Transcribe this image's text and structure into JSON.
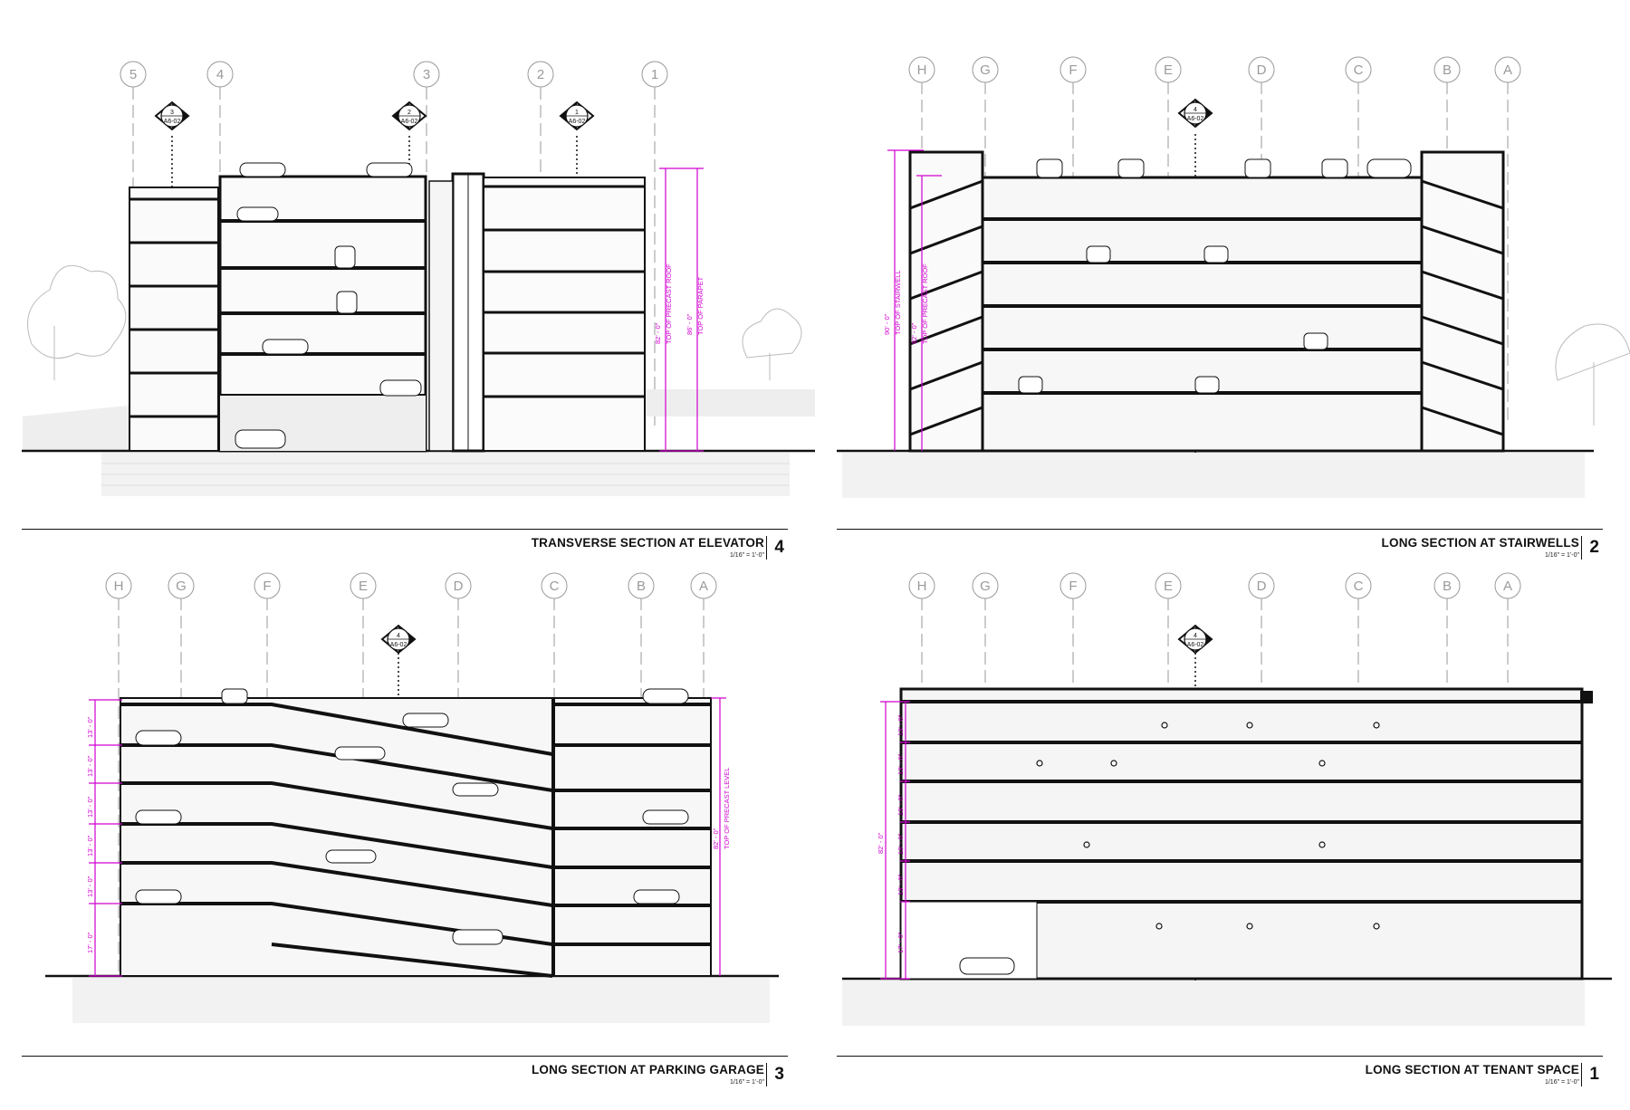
{
  "panels": [
    {
      "id": "p4",
      "title": "TRANSVERSE SECTION AT ELEVATOR",
      "scale": "1/16\" = 1'-0\"",
      "number": "4",
      "gridlines": [
        "5",
        "4",
        "3",
        "2",
        "1"
      ],
      "section_tags": [
        {
          "num": "3",
          "sheet": "A6-02"
        },
        {
          "num": "2",
          "sheet": "A6-02"
        },
        {
          "num": "1",
          "sheet": "A6-02"
        }
      ],
      "dimensions": [
        {
          "value": "82' - 0\"",
          "label": "TOP OF PRECAST ROOF"
        },
        {
          "value": "86' - 0\"",
          "label": "TOP OF PARAPET"
        }
      ]
    },
    {
      "id": "p2",
      "title": "LONG SECTION AT STAIRWELLS",
      "scale": "1/16\" = 1'-0\"",
      "number": "2",
      "gridlines": [
        "H",
        "G",
        "F",
        "E",
        "D",
        "C",
        "B",
        "A"
      ],
      "section_tags": [
        {
          "num": "4",
          "sheet": "A6-02"
        }
      ],
      "dimensions": [
        {
          "value": "90' - 0\"",
          "label": "TOP OF STAIRWELL"
        },
        {
          "value": "82' - 0\"",
          "label": "TOP OF PRECAST ROOF"
        }
      ]
    },
    {
      "id": "p3",
      "title": "LONG SECTION AT PARKING GARAGE",
      "scale": "1/16\" = 1'-0\"",
      "number": "3",
      "gridlines": [
        "H",
        "G",
        "F",
        "E",
        "D",
        "C",
        "B",
        "A"
      ],
      "section_tags": [
        {
          "num": "4",
          "sheet": "A6-02"
        }
      ],
      "levels": [
        "13' - 0\"",
        "13' - 0\"",
        "13' - 0\"",
        "13' - 0\"",
        "13' - 0\"",
        "17' - 0\""
      ],
      "dimensions": [
        {
          "value": "82' - 0\"",
          "label": "TOP OF PRECAST LEVEL"
        }
      ]
    },
    {
      "id": "p1",
      "title": "LONG SECTION AT TENANT SPACE",
      "scale": "1/16\" = 1'-0\"",
      "number": "1",
      "gridlines": [
        "H",
        "G",
        "F",
        "E",
        "D",
        "C",
        "B",
        "A"
      ],
      "section_tags": [
        {
          "num": "4",
          "sheet": "A6-02"
        }
      ],
      "levels": [
        "13' - 0\"",
        "13' - 0\"",
        "13' - 0\"",
        "13' - 0\"",
        "13' - 0\"",
        "17' - 0\""
      ],
      "dimensions": [
        {
          "value": "82' - 0\"",
          "label": ""
        }
      ]
    }
  ],
  "colors": {
    "line": "#111111",
    "grid": "#9a9a9a",
    "dimension": "#d000d0",
    "fill": "#eeeeee"
  }
}
